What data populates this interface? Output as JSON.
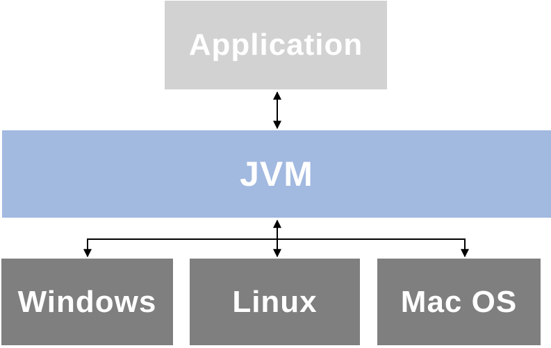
{
  "diagram": {
    "type": "layered-architecture",
    "description": "JVM platform abstraction diagram: an application runs on the JVM, which runs on Windows, Linux or Mac OS",
    "nodes": {
      "application": {
        "label": "Application"
      },
      "jvm": {
        "label": "JVM"
      },
      "windows": {
        "label": "Windows"
      },
      "linux": {
        "label": "Linux"
      },
      "macos": {
        "label": "Mac OS"
      }
    },
    "edges": [
      {
        "from": "Application",
        "to": "JVM",
        "style": "double-headed-arrow"
      },
      {
        "from": "JVM",
        "to": "Windows",
        "style": "arrow-down"
      },
      {
        "from": "JVM",
        "to": "Linux",
        "style": "double-headed-arrow"
      },
      {
        "from": "JVM",
        "to": "Mac OS",
        "style": "arrow-down"
      }
    ],
    "colors": {
      "application_box": "#d2d2d2",
      "jvm_bar": "#a2b9e0",
      "os_box": "#7f7f7f",
      "label_text": "#ffffff",
      "arrow": "#000000",
      "background": "#ffffff"
    }
  }
}
